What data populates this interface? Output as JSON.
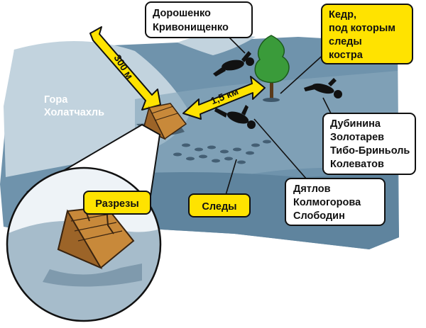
{
  "labels": {
    "mountain": [
      "Гора",
      "Холатчахль"
    ],
    "distance_tent_slope": "300 м",
    "distance_tent_cedar": "1,5 км",
    "group_cedar_names": [
      "Дорошенко",
      "Кривонищенко"
    ],
    "cedar_note": [
      "Кедр,",
      "под которым",
      "следы",
      "костра"
    ],
    "group_ravine_names": [
      "Дубинина",
      "Золотарев",
      "Тибо-Бриньоль",
      "Колеватов"
    ],
    "group_slope_names": [
      "Дятлов",
      "Колмогорова",
      "Слободин"
    ],
    "tracks": "Следы",
    "cuts": "Разрезы"
  },
  "colors": {
    "sky_blue": "#6f93ac",
    "snow_light": "#c2d3de",
    "snow_mid": "#a6bccb",
    "callout_yellow": "#ffe300",
    "tent_orange": "#c8893a",
    "tree_green": "#3a9b3a"
  },
  "icons": [
    "tent-icon",
    "cedar-tree-icon",
    "body-silhouette-icon",
    "footprints-icon"
  ]
}
